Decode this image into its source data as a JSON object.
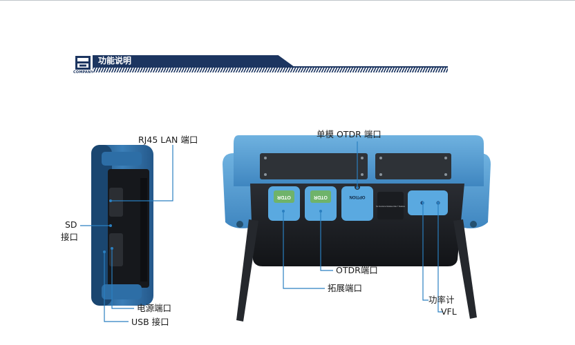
{
  "header": {
    "title": "功能说明",
    "logo_text": "COMPANY"
  },
  "callouts": {
    "rj45": "RJ45 LAN 端口",
    "sd_line1": "SD",
    "sd_line2": "接口",
    "power": "电源端口",
    "usb": "USB 接口",
    "single_mode": "单模 OTDR 端口",
    "otdr": "OTDR端口",
    "expansion": "拓展端口",
    "power_meter": "功率计",
    "vfl": "VFL"
  },
  "device": {
    "module_1": "OTDR",
    "module_2": "OTDR",
    "module_3": "OPTION",
    "panel_text": "No Functions Modules Max 7 Stations"
  },
  "colors": {
    "body_blue": "#4a90c4",
    "dark_blue": "#1c3560",
    "leader": "#2a7fc0"
  }
}
